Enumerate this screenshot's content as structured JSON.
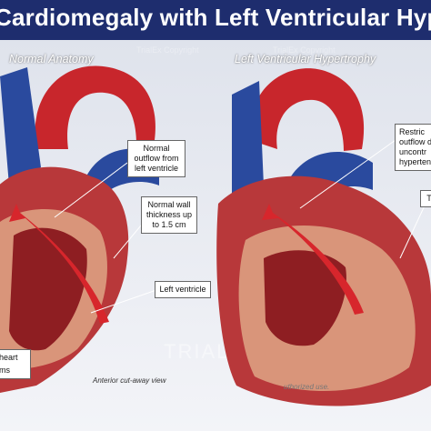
{
  "title": "Cardiomegaly with Left Ventricular Hypertrophy",
  "panels": {
    "left_label": "Normal Anatomy",
    "right_label": "Left Ventricular Hypertrophy"
  },
  "callouts": {
    "normal_outflow": "Normal outflow from left ventricle",
    "normal_wall": "Normal wall thickness up to 1.5 cm",
    "left_ventricle": "Left ventricle",
    "heart_fragment": "heart",
    "ms_fragment": "ms",
    "restricted_fragment": "Restric outflow d uncontr hyperten",
    "right_fragment": "T"
  },
  "footer": {
    "view_note": "Anterior cut-away view",
    "authorized": "uthorized use."
  },
  "watermarks": {
    "copyright": "TrialEx Copyright",
    "logo": "TRIALEX"
  },
  "colors": {
    "title_bg": "#1e2d6e",
    "artery": "#c8262c",
    "vein": "#2a4a9e",
    "muscle": "#d9957a",
    "arrow": "#d7262c"
  }
}
